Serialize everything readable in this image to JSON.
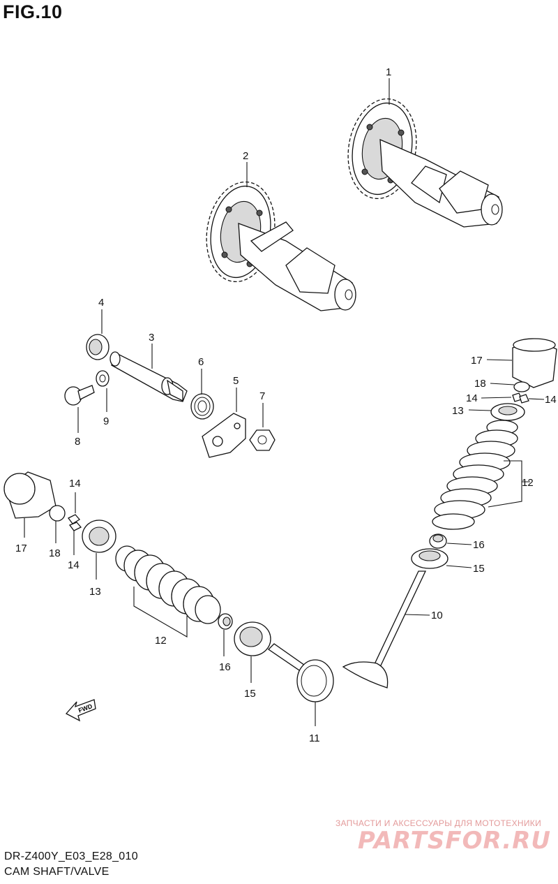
{
  "figure": {
    "title": "FIG.10"
  },
  "callouts": {
    "p1": "1",
    "p2": "2",
    "p3": "3",
    "p4": "4",
    "p5": "5",
    "p6": "6",
    "p7": "7",
    "p8": "8",
    "p9": "9",
    "p10": "10",
    "p11": "11",
    "p12_left": "12",
    "p12_right": "12",
    "p13_left": "13",
    "p13_right": "13",
    "p14_left_top": "14",
    "p14_left_bottom": "14",
    "p14_right_a": "14",
    "p14_right_b": "14",
    "p15_left": "15",
    "p15_right": "15",
    "p16_left": "16",
    "p16_right": "16",
    "p17_left": "17",
    "p17_right": "17",
    "p18_left": "18",
    "p18_right": "18"
  },
  "arrow": {
    "label": "FWD"
  },
  "footer": {
    "model_code": "DR-Z400Y_E03_E28_010",
    "section_name": "CAM SHAFT/VALVE"
  },
  "watermark": {
    "tagline": "ЗАПЧАСТИ И АКСЕССУАРЫ ДЛЯ МОТОТЕХНИКИ",
    "brand": "PARTSFOR.RU"
  }
}
